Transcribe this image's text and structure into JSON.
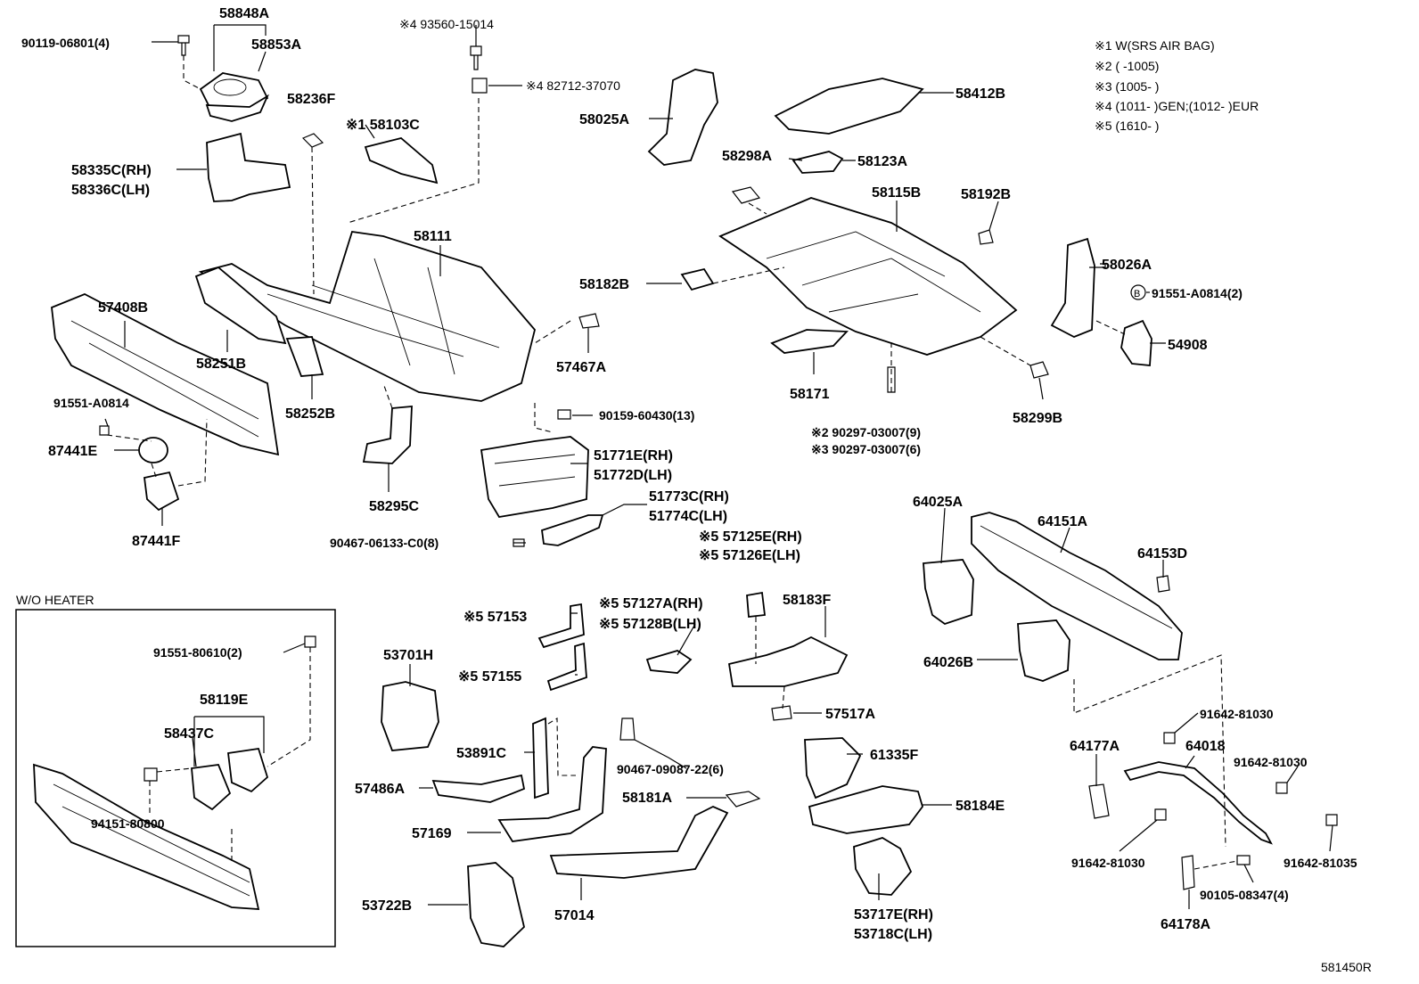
{
  "notes": [
    "※1 W(SRS AIR BAG)",
    "※2 (        -1005)",
    "※3 (1005-        )",
    "※4 (1011-        )GEN;(1012-        )EUR",
    "※5 (1610-        )"
  ],
  "inset_title": "W/O HEATER",
  "figure_id": "581450R",
  "labels": {
    "p58848A": "58848A",
    "p90119": "90119-06801(4)",
    "p58853A": "58853A",
    "p93560": "※4 93560-15014",
    "p82712": "※4 82712-37070",
    "p58236F": "58236F",
    "p58103C": "※1 58103C",
    "p58335C": "58335C(RH)",
    "p58336C": "58336C(LH)",
    "p58025A": "58025A",
    "p58412B": "58412B",
    "p58298A": "58298A",
    "p58123A": "58123A",
    "p58115B": "58115B",
    "p58192B": "58192B",
    "p58111": "58111",
    "p58182B": "58182B",
    "p58026A": "58026A",
    "p91551b": "91551-A0814(2)",
    "p54908": "54908",
    "p57408B": "57408B",
    "p58251B": "58251B",
    "p57467A": "57467A",
    "p58171": "58171",
    "p58299B": "58299B",
    "p91551a": "91551-A0814",
    "p58252B": "58252B",
    "p90159": "90159-60430(13)",
    "p87441E": "87441E",
    "p51771E": "51771E(RH)",
    "p51772D": "51772D(LH)",
    "p90297a": "※2 90297-03007(9)",
    "p90297b": "※3 90297-03007(6)",
    "p58295C": "58295C",
    "p51773C": "51773C(RH)",
    "p51774C": "51774C(LH)",
    "p87441F": "87441F",
    "p90467a": "90467-06133-C0(8)",
    "p57125E": "※5 57125E(RH)",
    "p57126E": "※5 57126E(LH)",
    "p64025A": "64025A",
    "p64151A": "64151A",
    "p64153D": "64153D",
    "p57127A": "※5 57127A(RH)",
    "p57128B": "※5 57128B(LH)",
    "p58183F": "58183F",
    "p57153": "※5 57153",
    "p91551c": "91551-80610(2)",
    "p53701H": "53701H",
    "p64026B": "64026B",
    "p58119E": "58119E",
    "p57155": "※5 57155",
    "p57517A": "57517A",
    "p58437C": "58437C",
    "p91642a": "91642-81030",
    "p64177A": "64177A",
    "p64018": "64018",
    "p53891C": "53891C",
    "p61335F": "61335F",
    "p91642b": "91642-81030",
    "p90467b": "90467-09087-22(6)",
    "p57486A": "57486A",
    "p58181A": "58181A",
    "p58184E": "58184E",
    "p94151": "94151-80800",
    "p57169": "57169",
    "p91642c": "91642-81030",
    "p91642d": "91642-81035",
    "p90105": "90105-08347(4)",
    "p53722B": "53722B",
    "p57014": "57014",
    "p53717E": "53717E(RH)",
    "p53718C": "53718C(LH)",
    "p64178A": "64178A"
  }
}
